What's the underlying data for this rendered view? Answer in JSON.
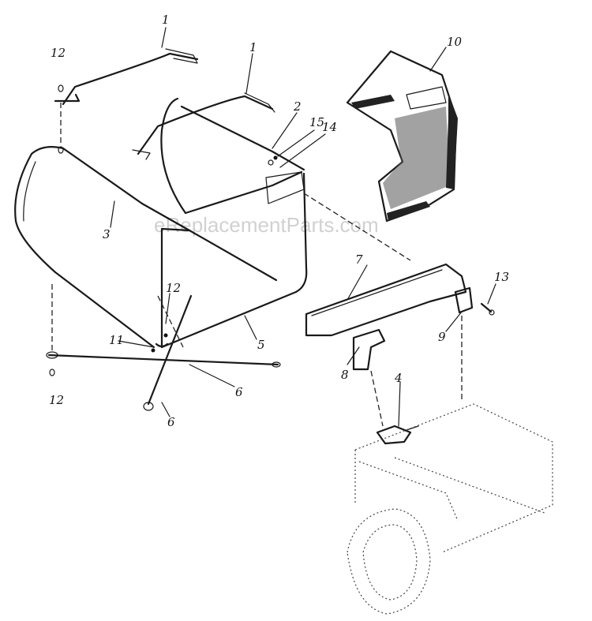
{
  "watermark": "eReplacementParts.com",
  "callouts": {
    "c1a": "1",
    "c1b": "1",
    "c2": "2",
    "c3": "3",
    "c4": "4",
    "c5": "5",
    "c6a": "6",
    "c6b": "6",
    "c7": "7",
    "c8": "8",
    "c9": "9",
    "c10": "10",
    "c11": "11",
    "c12a": "12",
    "c12b": "12",
    "c12c": "12",
    "c13": "13",
    "c14": "14",
    "c15": "15"
  },
  "colors": {
    "ink": "#1a1a1a",
    "paper": "#ffffff"
  }
}
